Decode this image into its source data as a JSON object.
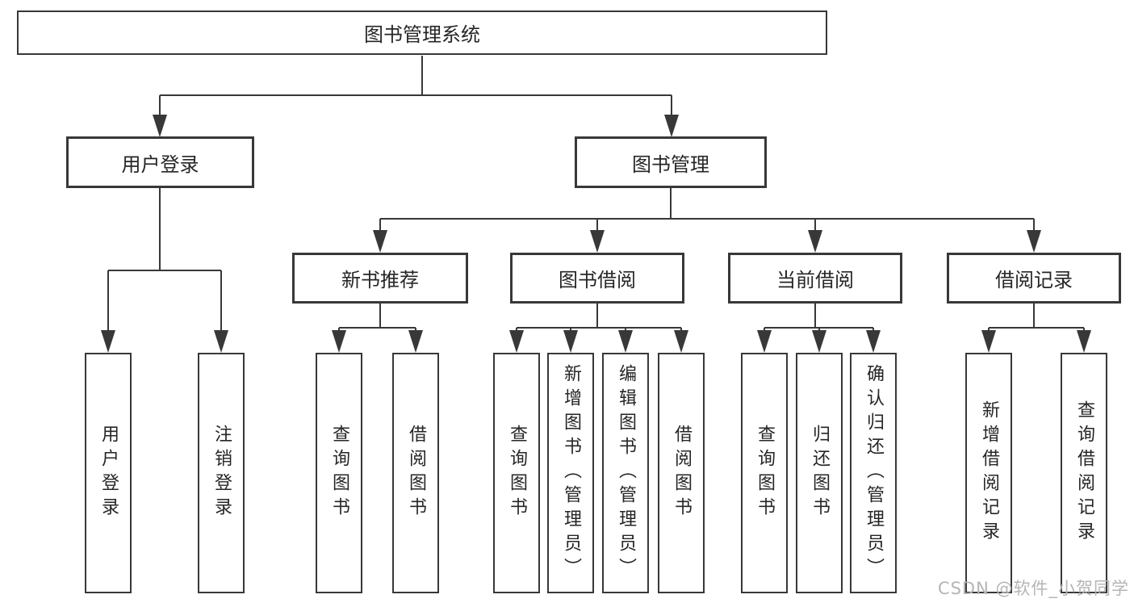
{
  "watermark": "CSDN @软件_小贺同学",
  "tree": {
    "root": {
      "label": "图书管理系统"
    },
    "branches": [
      {
        "label": "用户登录",
        "children": [
          {
            "label": "用户登录"
          },
          {
            "label": "注销登录"
          }
        ]
      },
      {
        "label": "图书管理",
        "children": [
          {
            "label": "新书推荐",
            "children": [
              {
                "label": "查询图书"
              },
              {
                "label": "借阅图书"
              }
            ]
          },
          {
            "label": "图书借阅",
            "children": [
              {
                "label": "查询图书"
              },
              {
                "label": "新增图书（管理员）"
              },
              {
                "label": "编辑图书（管理员）"
              },
              {
                "label": "借阅图书"
              }
            ]
          },
          {
            "label": "当前借阅",
            "children": [
              {
                "label": "查询图书"
              },
              {
                "label": "归还图书"
              },
              {
                "label": "确认归还（管理员）"
              }
            ]
          },
          {
            "label": "借阅记录",
            "children": [
              {
                "label": "新增借阅记录"
              },
              {
                "label": "查询借阅记录"
              }
            ]
          }
        ]
      }
    ]
  },
  "colors": {
    "line": "#383838",
    "text": "#262626",
    "watermark": "#b5b5b5",
    "background": "#ffffff"
  }
}
